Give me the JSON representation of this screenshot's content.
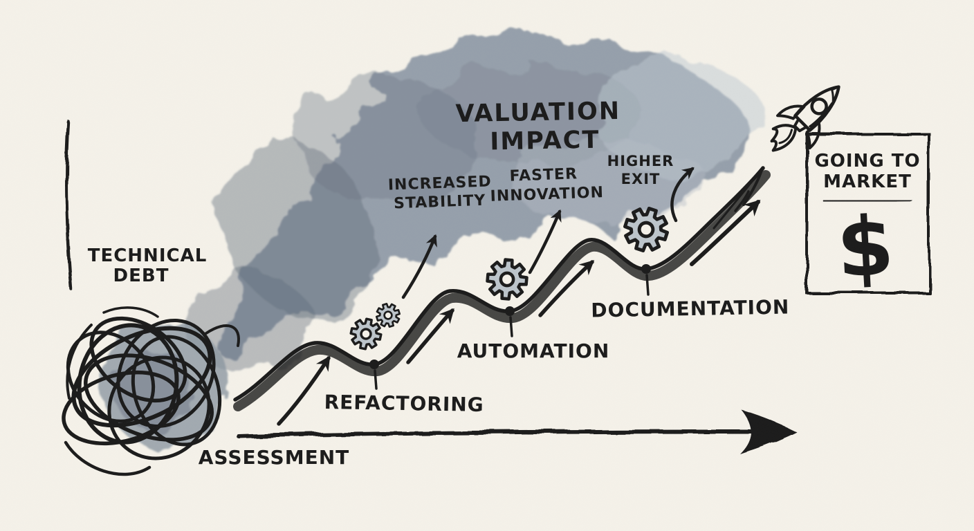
{
  "palette": {
    "paper": "#f5f2ea",
    "ink": "#1c1c1c",
    "cloud": "#8e99a6",
    "cloud_dark": "#5f6b7a",
    "cloud_light": "#bcc5cd",
    "gear_fill": "#bdc5cb",
    "curve_shadow": "#a7b0b8"
  },
  "labels": {
    "valuation_impact": [
      "VALUATION",
      "IMPACT"
    ],
    "technical_debt": [
      "TECHNICAL",
      "DEBT"
    ],
    "assessment": "ASSESSMENT",
    "milestones": [
      {
        "label": "REFACTORING"
      },
      {
        "label": "AUTOMATION"
      },
      {
        "label": "DOCUMENTATION"
      }
    ],
    "benefits": [
      {
        "lines": [
          "INCREASED",
          "STABILITY"
        ]
      },
      {
        "lines": [
          "FASTER",
          "INNOVATION"
        ]
      },
      {
        "lines": [
          "HIGHER",
          "EXIT"
        ]
      }
    ],
    "market": {
      "lines": [
        "GOING TO",
        "MARKET"
      ],
      "symbol": "$"
    }
  },
  "icons": {
    "gear": "gear-icon",
    "rocket": "rocket-icon",
    "dollar": "dollar-sign",
    "scribble": "technical-debt-tangle",
    "growth_arrows": "ascending-arrows",
    "timeline_arrow": "x-axis-arrow"
  }
}
